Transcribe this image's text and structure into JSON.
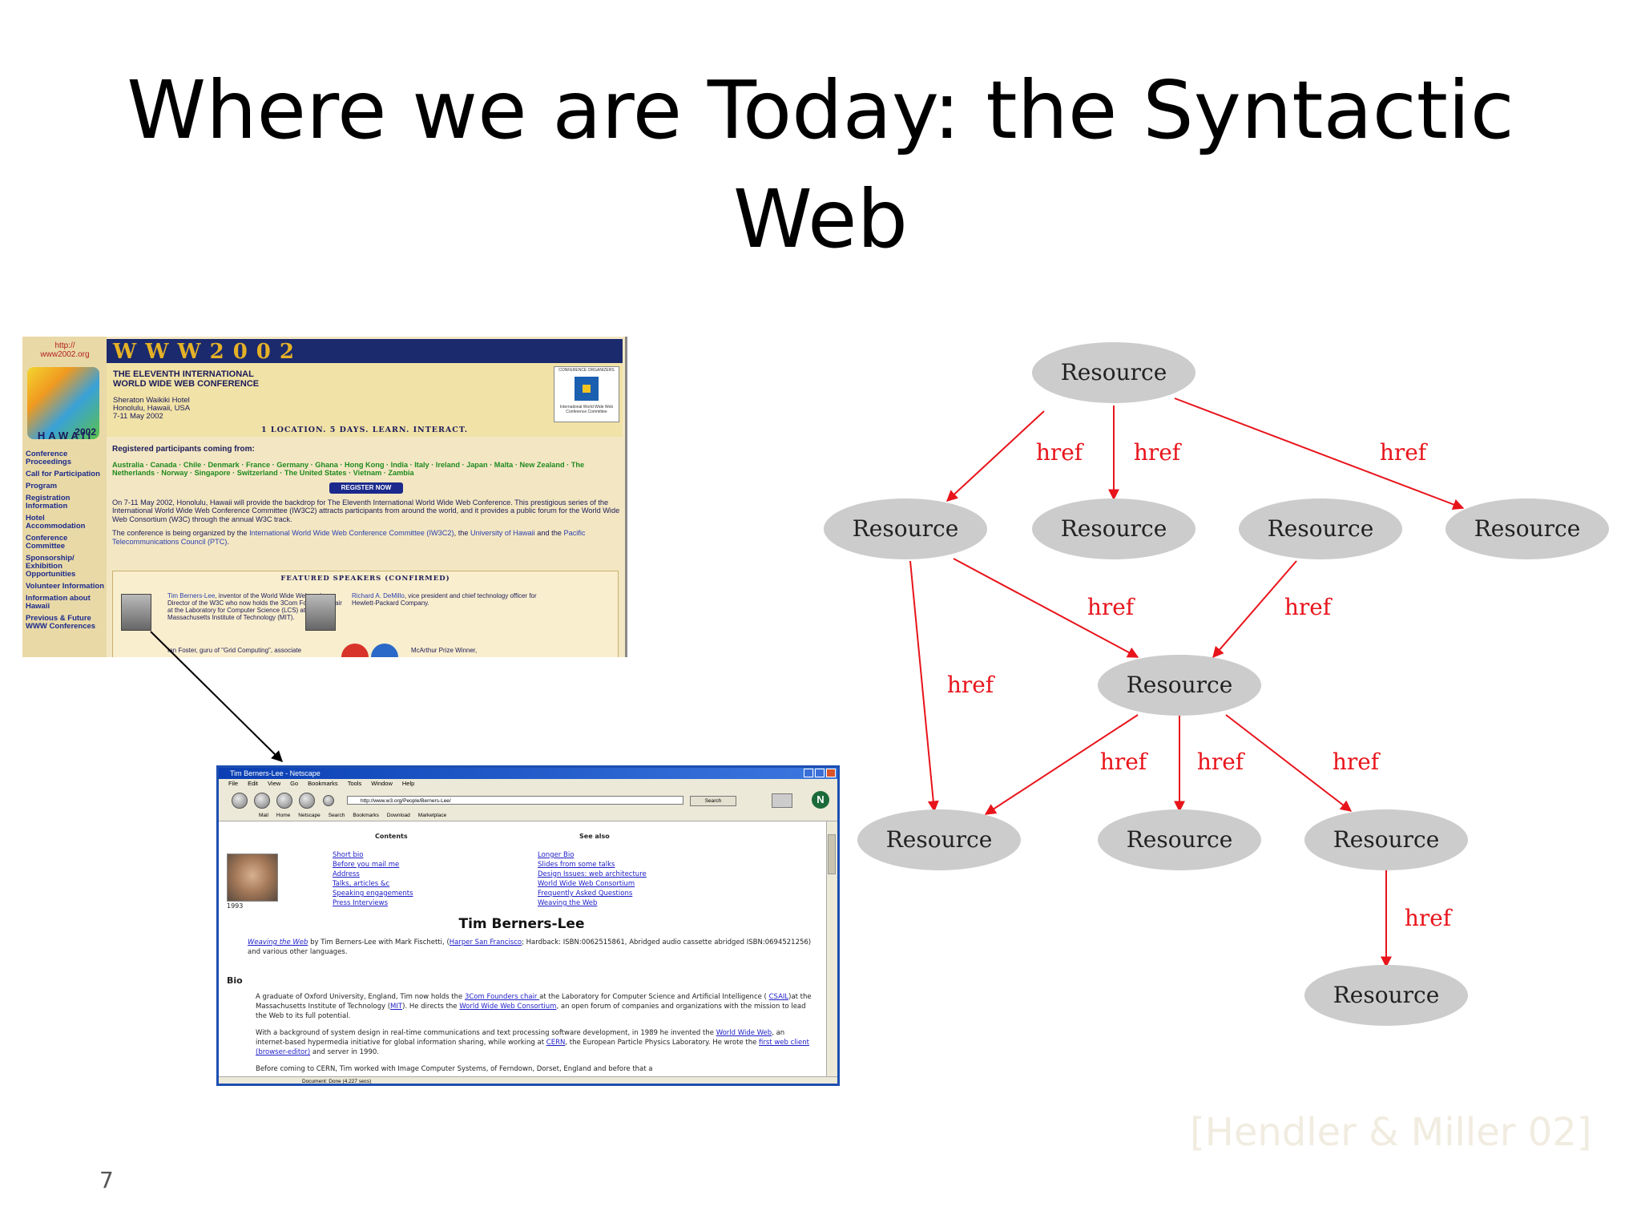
{
  "slide": {
    "title_line1": "Where we are Today: the Syntactic",
    "title_line2": "Web",
    "number": "7",
    "citation": "[Hendler & Miller 02]"
  },
  "www2002": {
    "url": "http://\nwww2002.org",
    "logo_year": "2002",
    "hawaii": "HAWAII",
    "banner": "WWW2002",
    "conf_line1": "THE ELEVENTH INTERNATIONAL",
    "conf_line2": "WORLD WIDE WEB CONFERENCE",
    "venue": "Sheraton Waikiki Hotel\nHonolulu, Hawaii, USA\n7-11 May 2002",
    "organizers_label": "CONFERENCE ORGANIZERS",
    "organizers_caption": "International World Wide Web Conference Committee",
    "tagline": "1 LOCATION. 5 DAYS. LEARN. INTERACT.",
    "nav": [
      "Conference Proceedings",
      "Call for Participation",
      "Program",
      "Registration Information",
      "Hotel Accommodation",
      "Conference Committee",
      "Sponsorship/ Exhibition Opportunities",
      "Volunteer Information",
      "Information about Hawaii",
      "Previous & Future WWW Conferences"
    ],
    "registered": "Registered participants coming from:",
    "countries": "Australia · Canada · Chile · Denmark · France · Germany · Ghana · Hong Kong · India · Italy · Ireland · Japan · Malta · New Zealand · The Netherlands · Norway · Singapore · Switzerland · The United States · Vietnam · Zambia",
    "register_button": "REGISTER NOW",
    "para1": "On 7-11 May 2002, Honolulu, Hawaii will provide the backdrop for The Eleventh International World Wide Web Conference. This prestigious series of the International World Wide Web Conference Committee (IW3C2) attracts participants from around the world, and it provides a public forum for the World Wide Web Consortium (W3C) through the annual W3C track.",
    "para2_a": "The conference is being organized by the ",
    "para2_link1": "International World Wide Web Conference Committee (IW3C2)",
    "para2_b": ", the ",
    "para2_link2": "University of Hawaii",
    "para2_c": " and the ",
    "para2_link3": "Pacific Telecommunications Council (PTC)",
    "para2_d": ".",
    "speakers_heading": "FEATURED SPEAKERS (CONFIRMED)",
    "speaker1_name": "Tim Berners-Lee",
    "speaker1_desc": ", inventor of the World Wide Web and Director of the W3C who now holds the 3Com Founders chair at the Laboratory for Computer Science (LCS) at the Massachusetts Institute of Technology (MIT).",
    "speaker2_name": "Richard A. DeMillo",
    "speaker2_desc": ", vice president and chief technology officer for Hewlett-Packard Company.",
    "speaker3": "Ian Foster, guru of \"Grid Computing\", associate",
    "speaker4": "McArthur Prize Winner,"
  },
  "browser": {
    "title": "Tim Berners-Lee - Netscape",
    "menu": [
      "File",
      "Edit",
      "View",
      "Go",
      "Bookmarks",
      "Tools",
      "Window",
      "Help"
    ],
    "url": "http://www.w3.org/People/Berners-Lee/",
    "search_label": "Search",
    "personal_toolbar": [
      "Mail",
      "Home",
      "Netscape",
      "Search",
      "Bookmarks",
      "Download",
      "Marketplace"
    ],
    "status": "Document: Done (4.227 secs)",
    "contents_heading": "Contents",
    "see_also_heading": "See also",
    "contents_links": [
      "Short bio",
      "Before you mail me",
      "Address",
      "Talks, articles &c",
      "Speaking engagements",
      "Press Interviews"
    ],
    "see_also_links": [
      "Longer Bio",
      "Slides from some talks",
      "Design Issues: web architecture",
      "World Wide Web Consortium",
      "Frequently Asked Questions",
      "Weaving the Web"
    ],
    "photo_year": "1993",
    "heading": "Tim Berners-Lee",
    "book_link": "Weaving the Web",
    "book_a": " by Tim Berners-Lee with Mark Fischetti, (",
    "book_publisher": "Harper San Francisco",
    "book_b": "; Hardback: ISBN:0062515861, Abridged audio cassette abridged ISBN:0694521256) and various other languages.",
    "bio_heading": "Bio",
    "bio1_a": "A graduate of Oxford University, England, Tim now holds the ",
    "bio1_link1": "3Com Founders chair ",
    "bio1_b": "at the Laboratory for Computer Science and Artificial Intelligence ( ",
    "bio1_link2": "CSAIL",
    "bio1_c": ")at the Massachusetts Institute of Technology (",
    "bio1_link3": "MIT",
    "bio1_d": "). He directs the ",
    "bio1_link4": "World Wide Web Consortium",
    "bio1_e": ", an open forum of companies and organizations with the mission to lead the Web to its full potential.",
    "bio2_a": "With a background of system design in real-time communications and text processing software development, in 1989 he invented the ",
    "bio2_link1": "World Wide Web",
    "bio2_b": ", an internet-based hypermedia initiative for global information sharing, while working at ",
    "bio2_link2": "CERN",
    "bio2_c": ", the European Particle Physics Laboratory. He wrote the ",
    "bio2_link3": "first web client (browser-editor)",
    "bio2_d": " and server in 1990.",
    "bio3": "Before coming to CERN, Tim worked with Image Computer Systems, of Ferndown, Dorset, England and before that a"
  },
  "graph": {
    "node_label": "Resource",
    "edge_label": "href",
    "node_fill": "#cccccc",
    "edge_color": "#e8141b"
  }
}
